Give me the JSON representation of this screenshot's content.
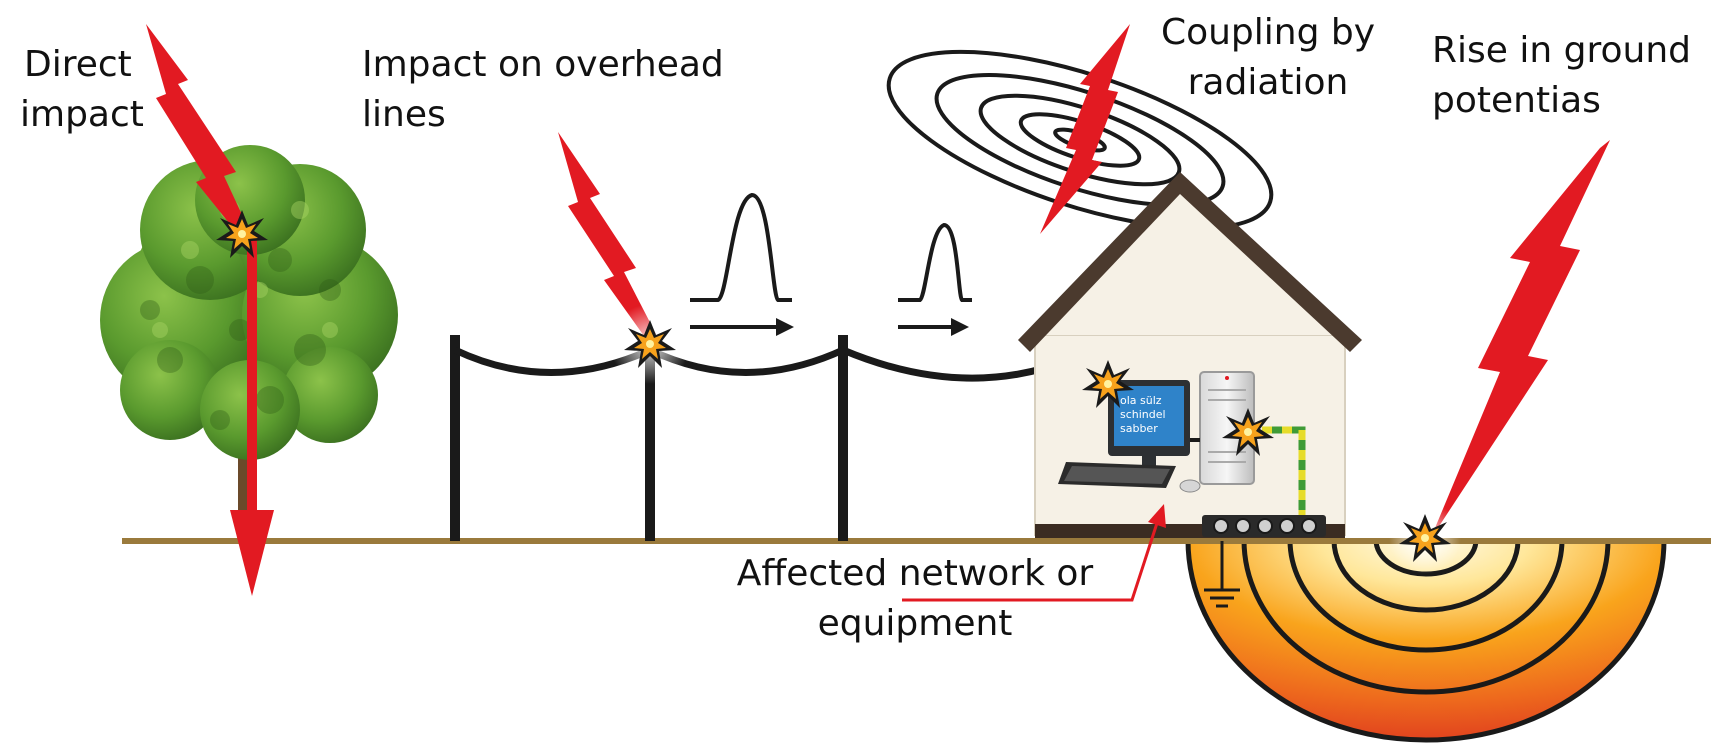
{
  "labels": {
    "direct_impact": [
      "Direct",
      "impact"
    ],
    "overhead": [
      "Impact on overhead",
      "lines"
    ],
    "radiation": [
      "Coupling by",
      "radiation"
    ],
    "ground": [
      "Rise in ground",
      "potentias"
    ],
    "affected": [
      "Affected network or",
      "equipment"
    ]
  },
  "monitor_text": [
    "ola sülz",
    "schindel",
    "sabber"
  ],
  "colors": {
    "lightning": "#e21a22",
    "ground_line": "#9a7a3c",
    "wire": "#1a1a1a",
    "roof": "#4b3a2e",
    "house_wall": "#f6f1e6",
    "ground_hot": "#fff2c8",
    "ground_warm": "#f7a21c",
    "ground_outer": "#e54a1e",
    "tree_green": "#4e8b2c",
    "earthing_green": "#3f9b36",
    "earthing_yellow": "#e6dc2a"
  },
  "icons": [
    "tree-icon",
    "lightning-bolt-icon",
    "spark-icon",
    "house-icon",
    "computer-monitor-icon",
    "server-tower-icon",
    "keyboard-icon",
    "mouse-icon",
    "ground-symbol-icon",
    "terminal-block-icon",
    "radiation-rings-icon",
    "surge-pulse-icon",
    "arrow-icon"
  ]
}
